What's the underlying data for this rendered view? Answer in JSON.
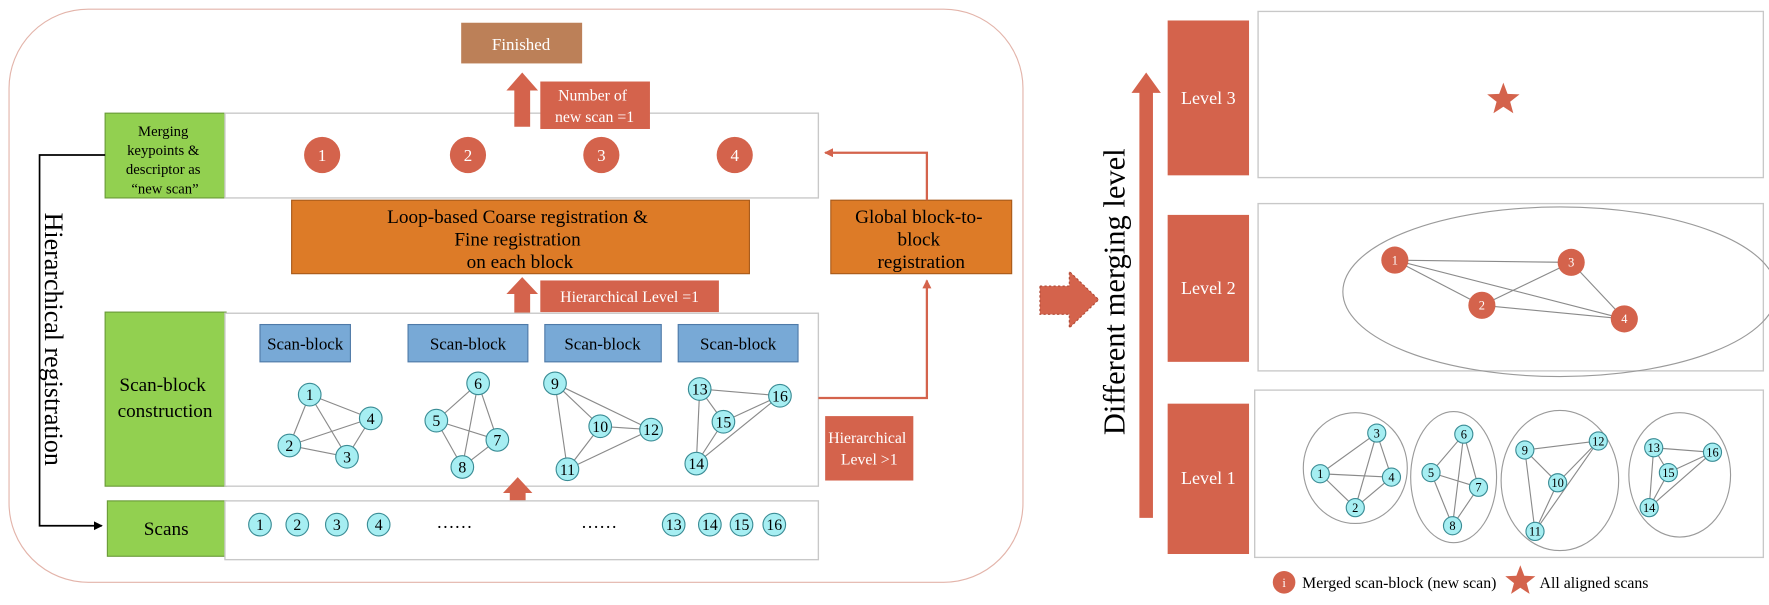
{
  "colors": {
    "red": "#d4634c",
    "brown": "#bc8058",
    "orange": "#dd7b27",
    "green": "#92d050",
    "blue": "#78a9d6",
    "node_cyan": "#a6eef2"
  },
  "left": {
    "finished": "Finished",
    "num_new_scan": [
      "Number of",
      "new scan =1"
    ],
    "merging": [
      "Merging",
      "keypoints &",
      "descriptor as",
      "“new scan”"
    ],
    "new_scans": [
      "1",
      "2",
      "3",
      "4"
    ],
    "loop_box": [
      "Loop-based Coarse registration &",
      "Fine registration",
      "on each block"
    ],
    "global_box": [
      "Global block-to-",
      "block",
      "registration"
    ],
    "hier_level_1": "Hierarchical Level =1",
    "scan_block_construction": [
      "Scan-block",
      "construction"
    ],
    "scan_block_labels": [
      "Scan-block",
      "Scan-block",
      "Scan-block",
      "Scan-block"
    ],
    "hier_level_gt1": [
      "Hierarchical",
      "Level >1"
    ],
    "scans_label": "Scans",
    "scans_row": [
      "1",
      "2",
      "3",
      "4",
      "……",
      "……",
      "13",
      "14",
      "15",
      "16"
    ],
    "side_label": "Hierarchical registration",
    "blocks": [
      {
        "nodes": [
          "1",
          "2",
          "3",
          "4"
        ],
        "edges": [
          [
            "1",
            "2"
          ],
          [
            "1",
            "3"
          ],
          [
            "1",
            "4"
          ],
          [
            "2",
            "4"
          ],
          [
            "2",
            "3"
          ],
          [
            "3",
            "4"
          ]
        ]
      },
      {
        "nodes": [
          "5",
          "6",
          "7",
          "8"
        ],
        "edges": [
          [
            "6",
            "5"
          ],
          [
            "6",
            "8"
          ],
          [
            "6",
            "7"
          ],
          [
            "5",
            "7"
          ],
          [
            "5",
            "8"
          ],
          [
            "8",
            "7"
          ]
        ]
      },
      {
        "nodes": [
          "9",
          "10",
          "11",
          "12"
        ],
        "edges": [
          [
            "9",
            "10"
          ],
          [
            "9",
            "12"
          ],
          [
            "9",
            "11"
          ],
          [
            "10",
            "12"
          ],
          [
            "10",
            "11"
          ],
          [
            "11",
            "12"
          ]
        ]
      },
      {
        "nodes": [
          "13",
          "14",
          "15",
          "16"
        ],
        "edges": [
          [
            "13",
            "16"
          ],
          [
            "13",
            "15"
          ],
          [
            "13",
            "14"
          ],
          [
            "15",
            "16"
          ],
          [
            "15",
            "14"
          ],
          [
            "14",
            "16"
          ]
        ]
      }
    ]
  },
  "right": {
    "axis_label": "Different merging level",
    "levels": [
      "Level 3",
      "Level 2",
      "Level 1"
    ],
    "level3_symbol": "star-icon",
    "level2": {
      "nodes": [
        "1",
        "2",
        "3",
        "4"
      ],
      "edges": [
        [
          "1",
          "3"
        ],
        [
          "1",
          "2"
        ],
        [
          "1",
          "4"
        ],
        [
          "2",
          "3"
        ],
        [
          "3",
          "4"
        ],
        [
          "2",
          "4"
        ]
      ]
    },
    "legend": {
      "merged_symbol": "i",
      "merged_label": "Merged scan-block (new scan)",
      "aligned_label": "All aligned scans"
    }
  }
}
